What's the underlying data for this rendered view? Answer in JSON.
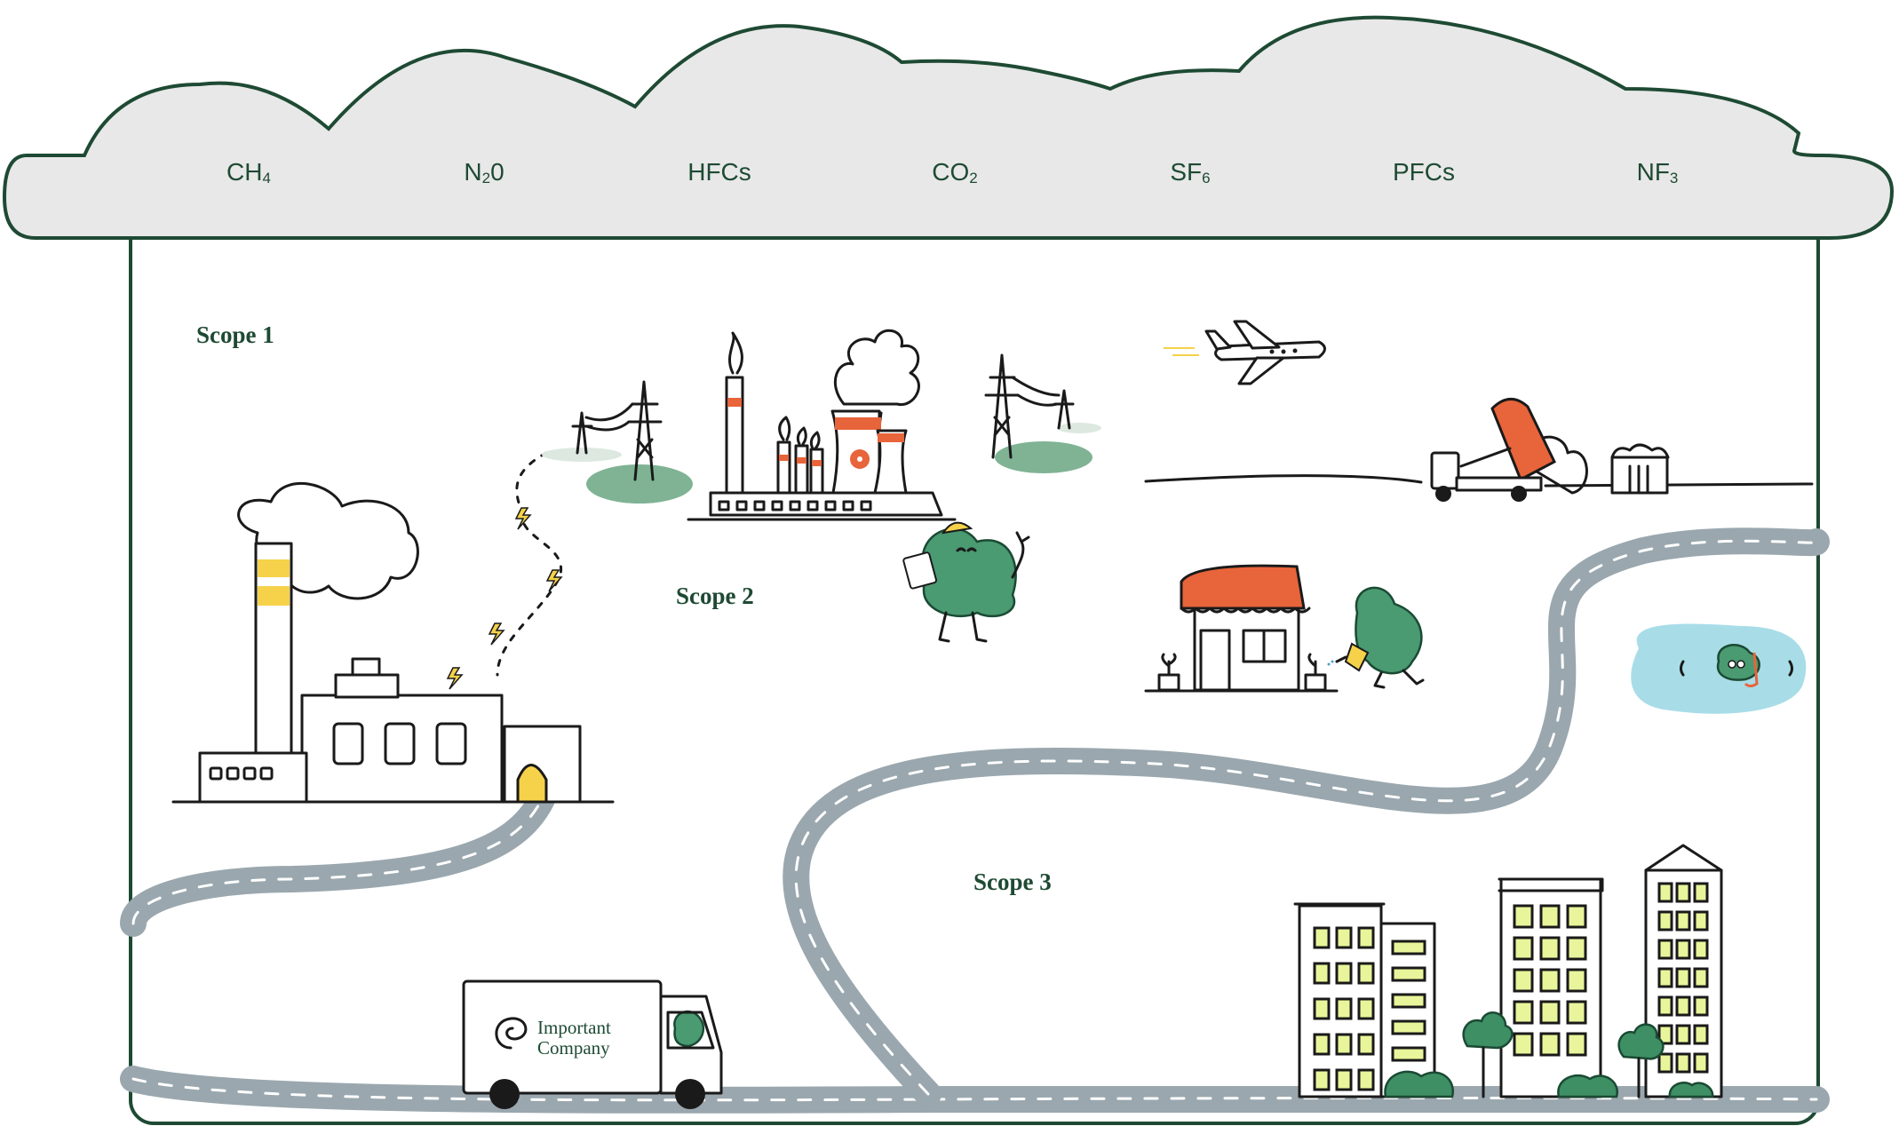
{
  "gases": [
    "CH4",
    "N20",
    "HFCs",
    "CO2",
    "SF6",
    "PFCs",
    "NF3"
  ],
  "gas_display": [
    {
      "base": "CH",
      "sub": "4"
    },
    {
      "base": "N",
      "sub": "2",
      "tail": "0"
    },
    {
      "base": "HFCs",
      "sub": ""
    },
    {
      "base": "CO",
      "sub": "2"
    },
    {
      "base": "SF",
      "sub": "6"
    },
    {
      "base": "PFCs",
      "sub": ""
    },
    {
      "base": "NF",
      "sub": "3"
    }
  ],
  "scopes": {
    "scope1": "Scope 1",
    "scope2": "Scope 2",
    "scope3": "Scope 3"
  },
  "truck": {
    "brand_line1": "Important",
    "brand_line2": "Company"
  },
  "colors": {
    "frame": "#1e4a33",
    "cloud_fill": "#e8e8e8",
    "road": "#9aa7ae",
    "accent_yellow": "#f5d24a",
    "accent_orange": "#e8643a",
    "monster_green": "#4a9a72",
    "window_yellow": "#e9f59a",
    "pond": "#a8dde8"
  },
  "icons": [
    "factory-icon",
    "power-plant-icon",
    "pylon-icon",
    "airplane-icon",
    "dump-truck-icon",
    "waste-container-icon",
    "shop-icon",
    "delivery-truck-icon",
    "building-icon",
    "tree-icon",
    "monster-character-icon",
    "lightning-bolt-icon"
  ]
}
